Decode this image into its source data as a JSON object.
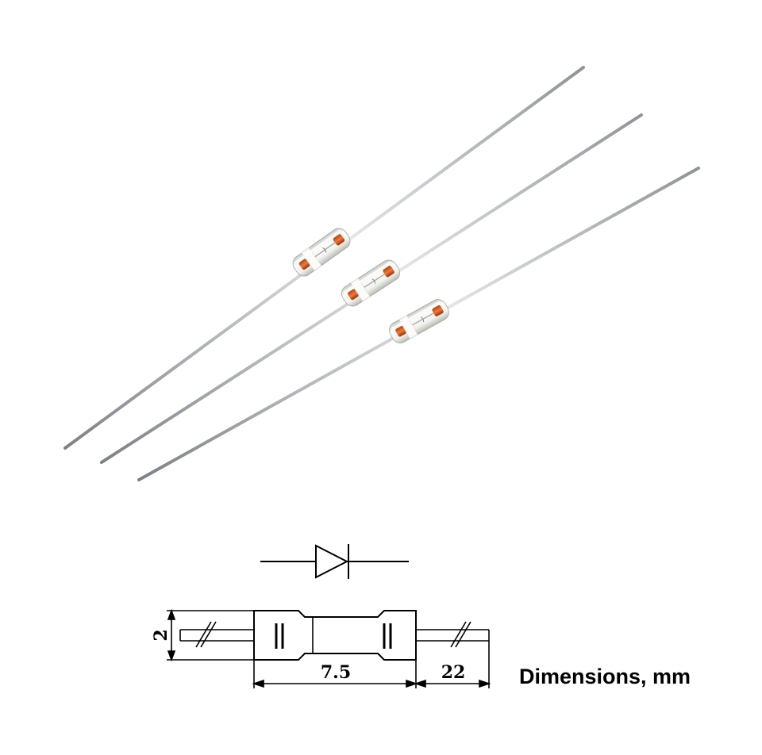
{
  "photo": {
    "subject": "glass diodes with axial leads",
    "count": 3,
    "colors": {
      "lead": "#b9bcbf",
      "glass": "#e9ece6",
      "band": "#f7f7f3",
      "element": "#e0571d",
      "background": "#ffffff"
    }
  },
  "drawing": {
    "symbol": "diode-symbol",
    "dimensions": {
      "diameter": "2",
      "body_length": "7.5",
      "lead_length": "22"
    },
    "caption": "Dimensions, mm"
  }
}
